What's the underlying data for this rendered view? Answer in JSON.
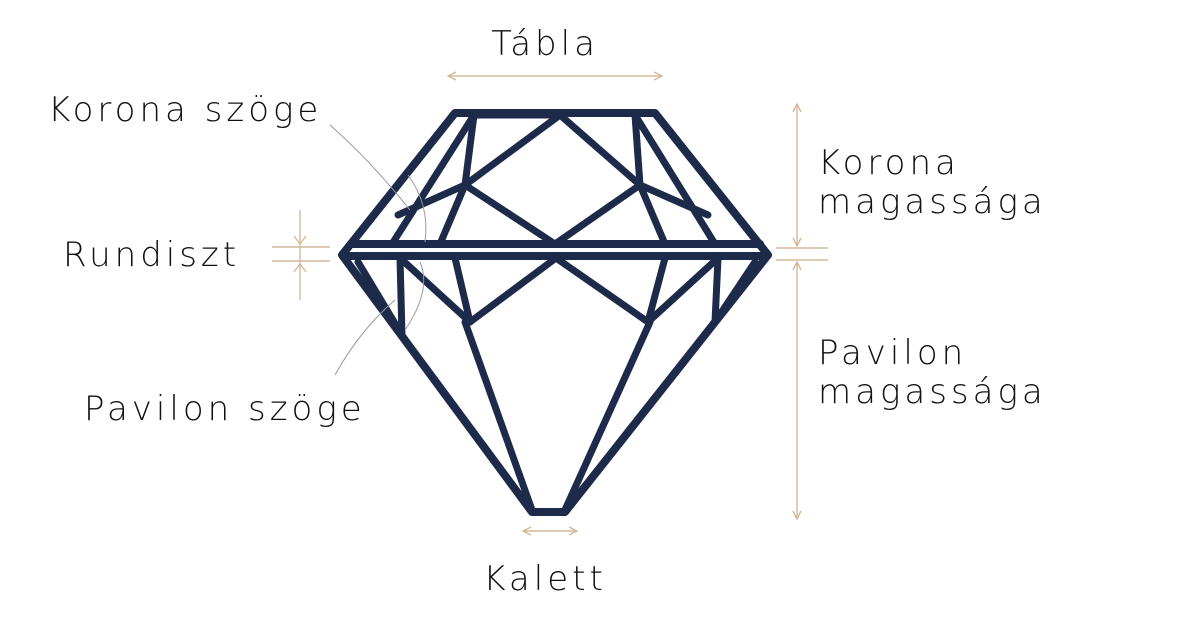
{
  "labels": {
    "table": "Tábla",
    "crown_angle": "Korona szöge",
    "girdle": "Rundiszt",
    "pavilion_angle": "Pavilon szöge",
    "culet": "Kalett",
    "crown_height": [
      "Korona",
      "magassága"
    ],
    "pavilion_height": [
      "Pavilon",
      "magassága"
    ]
  },
  "colors": {
    "gem": "#1e2a4a",
    "dimension": "#d4b89a",
    "leader": "#9a9a9a",
    "text": "#111111"
  }
}
